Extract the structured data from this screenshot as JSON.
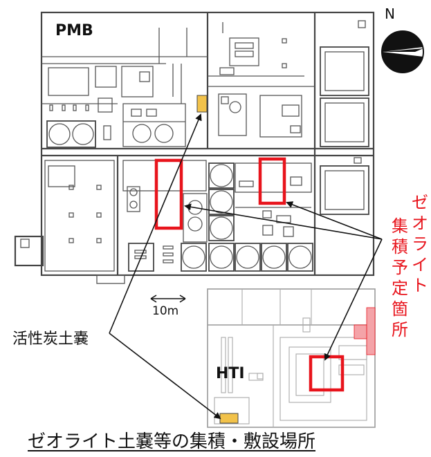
{
  "labels": {
    "pmb": "PMB",
    "hti": "HTI",
    "north": "N",
    "scale": "10m",
    "activated_carbon_bag": "活性炭土嚢",
    "zeolite_site_col1": "集積予定箇所",
    "zeolite_site_col2": "ゼオライト"
  },
  "caption": "ゼオライト土嚢等の集積・敷設場所",
  "colors": {
    "highlight_red": "#e8141c",
    "bag_yellow": "#f2c24a",
    "hatched_pink": "#f4a3a8"
  }
}
